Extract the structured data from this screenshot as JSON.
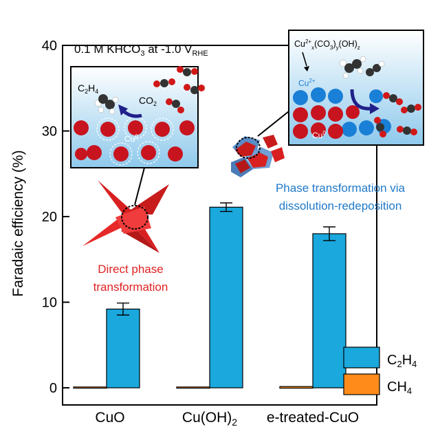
{
  "chart_data": {
    "type": "bar",
    "title": "0.1 M KHCO3 at -1.0 V_RHE",
    "ylabel": "Faradaic efficiency (%)",
    "ylim": [
      -2,
      40
    ],
    "yticks": [
      0,
      10,
      20,
      30,
      40
    ],
    "categories": [
      "CuO",
      "Cu(OH)2",
      "e-treated-CuO"
    ],
    "series": [
      {
        "name": "C2H4",
        "color": "#1aa8dd",
        "values": [
          9.2,
          21.1,
          18.0
        ],
        "errors": [
          0.7,
          0.5,
          0.8
        ]
      },
      {
        "name": "CH4",
        "color": "#ff8c1a",
        "values": [
          0.1,
          0.1,
          0.15
        ],
        "errors": [
          0,
          0,
          0
        ]
      }
    ],
    "legend_position": "bottom-right",
    "grid": false
  },
  "annotations": {
    "left_caption_line1": "Direct phase",
    "left_caption_line2": "transformation",
    "right_caption_line1": "Phase transformation via",
    "right_caption_line2": "dissolution-redeposition",
    "left_inset_product": "C2H4",
    "left_inset_reactant": "CO2",
    "left_inset_cu0": "Cu0",
    "right_inset_formula": "Cu2+x(CO3)y(OH)z",
    "right_inset_cu2": "Cu2+",
    "right_inset_cu0": "Cu0"
  },
  "colors": {
    "axis": "#000000",
    "red_caption": "#e02020",
    "blue_caption": "#1e78c8",
    "inset_bg": "#b6dcf2",
    "cu0_sphere": "#c8141e",
    "cu2_sphere": "#1a7fd6",
    "arrow": "#20208a"
  }
}
